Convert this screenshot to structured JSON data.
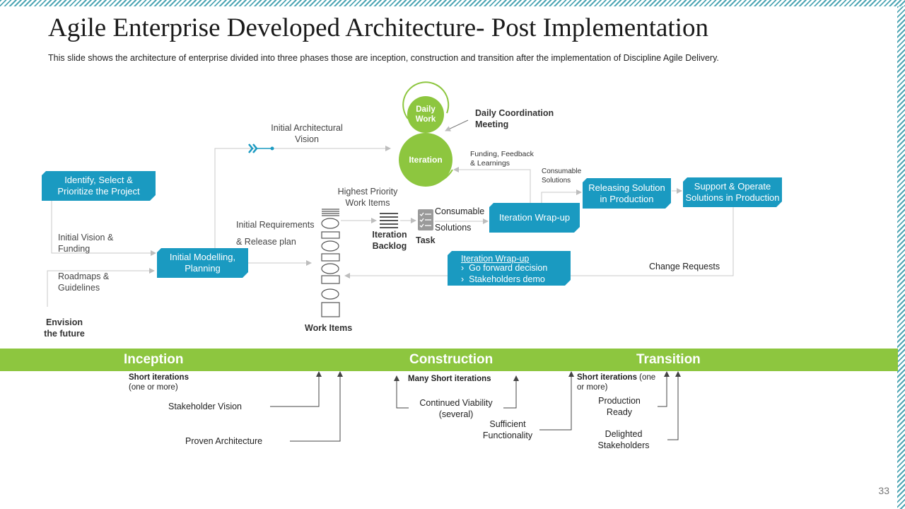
{
  "title": "Agile Enterprise Developed Architecture- Post Implementation",
  "subtitle": "This slide shows the architecture of enterprise divided  into three phases those are inception, construction and transition after the implementation  of Discipline Agile Delivery.",
  "colors": {
    "accent_blue": "#1a9ac1",
    "accent_green": "#8dc63f",
    "hatch": "#4fa7b5"
  },
  "circles": {
    "daily_work": "Daily\nWork",
    "iteration": "Iteration"
  },
  "boxes": {
    "identify": "Identify, Select &\nPrioritize the Project",
    "modelling": "Initial Modelling,\nPlanning",
    "wrapup_top": "Iteration Wrap-up",
    "releasing": "Releasing Solution\nin Production",
    "support": "Support & Operate\nSolutions in Production",
    "wrapup_bottom_title": "Iteration Wrap-up",
    "wrapup_bottom_items": [
      "Go forward  decision",
      "Stakeholders demo"
    ]
  },
  "labels": {
    "daily_coordination": "Daily Coordination\nMeeting",
    "initial_architectural_vision": "Initial Architectural\nVision",
    "funding_feedback": "Funding, Feedback\n& Learnings",
    "consumable_solutions_small": "Consumable\nSolutions",
    "highest_priority": "Highest Priority\nWork Items",
    "consumable": "Consumable",
    "solutions": "Solutions",
    "initial_requirements": "Initial Requirements",
    "release_plan": "& Release plan",
    "iteration_backlog": "Iteration\nBacklog",
    "task": "Task",
    "initial_vision_funding": "Initial Vision &\nFunding",
    "roadmaps": "Roadmaps  &\nGuidelines",
    "envision": "Envision\nthe future",
    "work_items": "Work Items",
    "change_requests": "Change Requests"
  },
  "phases": [
    "Inception",
    "Construction",
    "Transition"
  ],
  "milestones": {
    "inception_short": "Short iterations",
    "inception_short_sub": "(one or more)",
    "stakeholder_vision": "Stakeholder Vision",
    "proven_architecture": "Proven  Architecture",
    "many_short": "Many Short iterations",
    "continued_viability": "Continued  Viability\n(several)",
    "sufficient_functionality": "Sufficient\nFunctionality",
    "transition_short": "Short iterations",
    "transition_short_sub": " (one\nor more)",
    "production_ready": "Production\nReady",
    "delighted_stakeholders": "Delighted\nStakeholders"
  },
  "page_number": "33"
}
